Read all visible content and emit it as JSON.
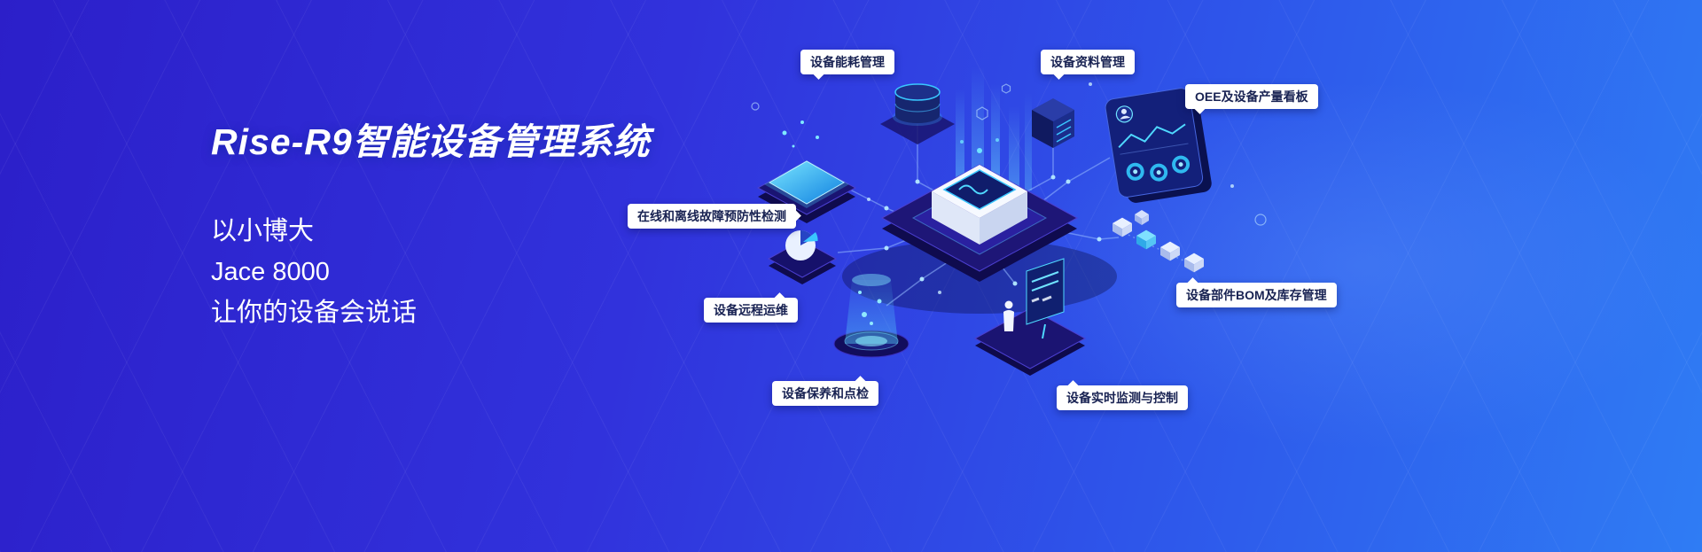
{
  "hero": {
    "title": "Rise-R9智能设备管理系统",
    "subtitle_lines": [
      "以小博大",
      "Jace 8000",
      "让你的设备会说话"
    ]
  },
  "feature_labels": [
    {
      "label": "设备能耗管理"
    },
    {
      "label": "设备资料管理"
    },
    {
      "label": "OEE及设备产量看板"
    },
    {
      "label": "在线和离线故障预防性检测"
    },
    {
      "label": "设备远程运维"
    },
    {
      "label": "设备保养和点检"
    },
    {
      "label": "设备实时监测与控制"
    },
    {
      "label": "设备部件BOM及库存管理"
    }
  ],
  "illustration_elements": [
    {
      "name": "database-icon"
    },
    {
      "name": "server-rack-icon"
    },
    {
      "name": "glowing-screen-icon"
    },
    {
      "name": "dashboard-panel-icon"
    },
    {
      "name": "pie-chart-icon"
    },
    {
      "name": "hologram-projector-icon"
    },
    {
      "name": "cube-chain-icon"
    },
    {
      "name": "operator-workstation-icon"
    },
    {
      "name": "central-controller-icon"
    }
  ],
  "colors": {
    "background_left": "#2c1fc9",
    "background_right": "#2f7cf4",
    "accent_cyan": "#39c6ff",
    "bubble_background": "#ffffff",
    "bubble_text": "#182252"
  }
}
